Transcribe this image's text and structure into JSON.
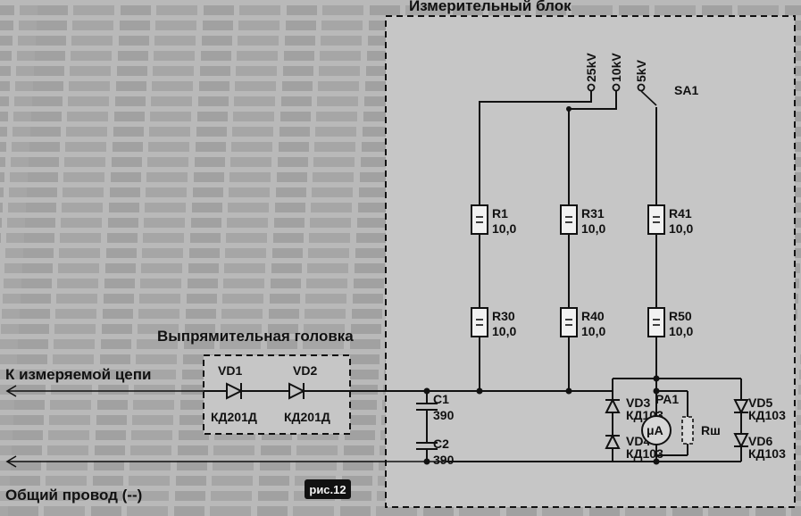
{
  "labels": {
    "measure_block": "Измерительный блок",
    "rectifier_head": "Выпрямительная головка",
    "to_circuit": "К измеряемой цепи",
    "common_wire": "Общий провод (--)",
    "figure": "рис.12",
    "switch": "SA1",
    "range_25": "25kV",
    "range_10": "10kV",
    "range_5": "5kV",
    "meter": "PA1",
    "meter_symbol": "μA",
    "shunt": "Rш"
  },
  "resistors": [
    {
      "ref": "R1",
      "value": "10,0"
    },
    {
      "ref": "R31",
      "value": "10,0"
    },
    {
      "ref": "R41",
      "value": "10,0"
    },
    {
      "ref": "R30",
      "value": "10,0"
    },
    {
      "ref": "R40",
      "value": "10,0"
    },
    {
      "ref": "R50",
      "value": "10,0"
    }
  ],
  "capacitors": [
    {
      "ref": "C1",
      "value": "390"
    },
    {
      "ref": "C2",
      "value": "390"
    }
  ],
  "diodes": [
    {
      "ref": "VD1",
      "type": "КД201Д"
    },
    {
      "ref": "VD2",
      "type": "КД201Д"
    },
    {
      "ref": "VD3",
      "type": "КД103"
    },
    {
      "ref": "VD4",
      "type": "КД103"
    },
    {
      "ref": "VD5",
      "type": "КД103"
    },
    {
      "ref": "VD6",
      "type": "КД103"
    }
  ]
}
